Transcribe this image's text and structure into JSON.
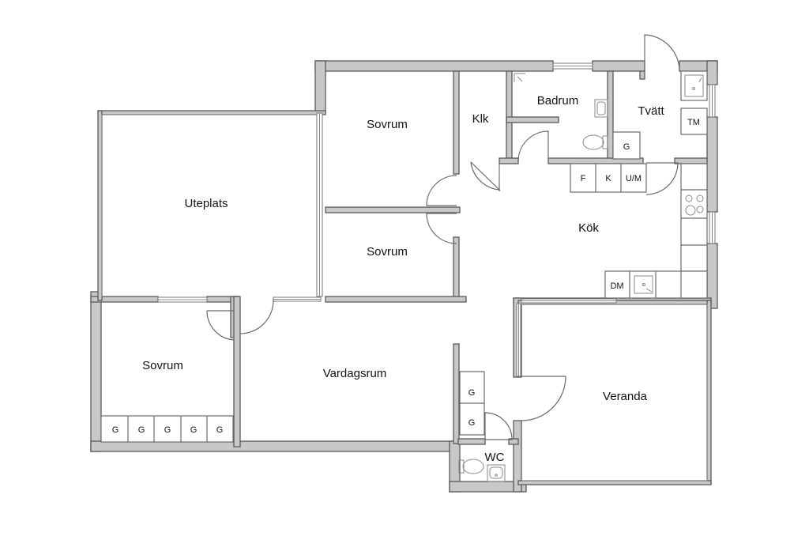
{
  "rooms": {
    "uteplats": "Uteplats",
    "sovrum_1": "Sovrum",
    "sovrum_2": "Sovrum",
    "sovrum_3": "Sovrum",
    "klk": "Klk",
    "badrum": "Badrum",
    "tvatt": "Tvätt",
    "kok": "Kök",
    "vardagsrum": "Vardagsrum",
    "veranda": "Veranda",
    "wc": "WC"
  },
  "fixtures": {
    "freezer": "F",
    "fridge": "K",
    "oven_micro": "U/M",
    "dishwasher": "DM",
    "dryer": "TM",
    "cabinet": "G"
  },
  "colors": {
    "wall_fill": "#c8c8c8",
    "wall_stroke": "#5a5a5a",
    "background": "#ffffff"
  }
}
